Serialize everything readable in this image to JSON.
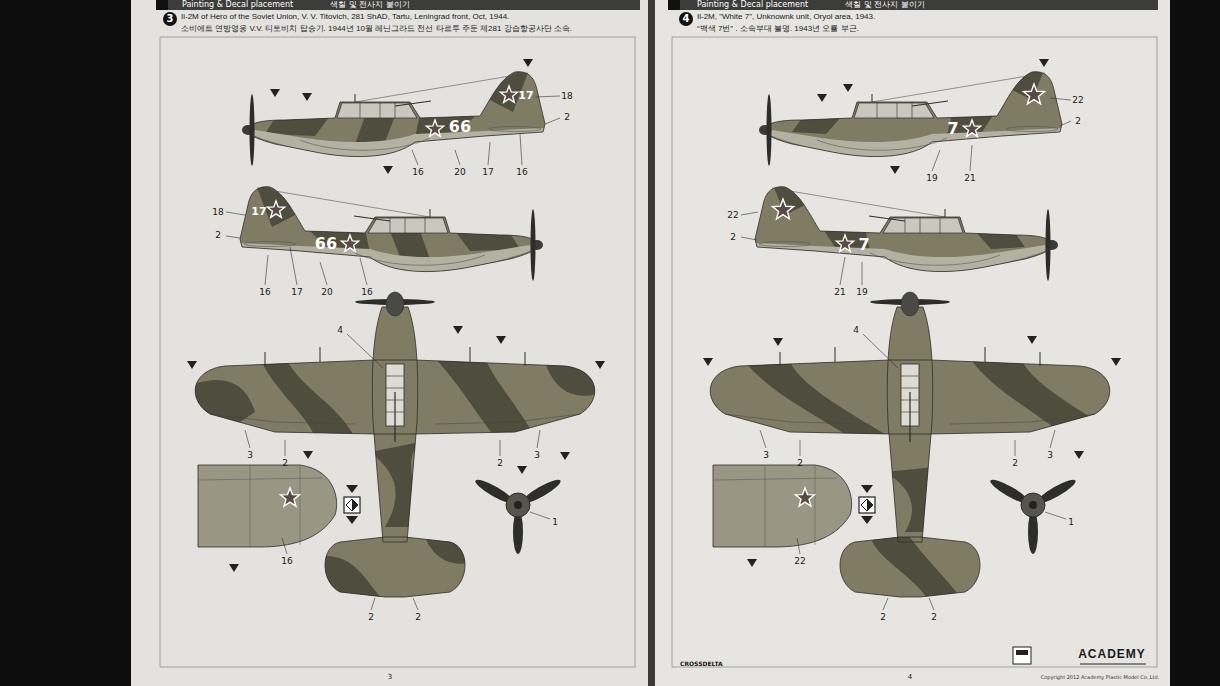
{
  "diagram": {
    "labels": [
      "Painting & Decal placement",
      "색칠 및 전사지 붙이기",
      "3",
      "Il-2M of Hero of the Soviet Union, V. V. Titovich, 281 ShAD, Tartu, Leningrad front, Oct, 1944.",
      "소비에트 연방영웅 V.V. 티토비치 탑승기. 1944년 10월 레닌그라드 전선 타르투 주둔 제281 강습항공사단 소속.",
      "18",
      "2",
      "66",
      "17",
      "16",
      "20",
      "17",
      "16",
      "18",
      "2",
      "17",
      "66",
      "16",
      "17",
      "20",
      "16",
      "4",
      "3",
      "2",
      "2",
      "3",
      "16",
      "1",
      "2",
      "2",
      "3",
      "Painting & Decal placement",
      "색칠 및 전사지 붙이기",
      "4",
      "Il-2M, \"White 7\", Unknownk unit, Oryol area, 1943.",
      "“백색 7번” . 소속부대 불명. 1943년 오룔 부근.",
      "22",
      "2",
      "7",
      "19",
      "21",
      "22",
      "2",
      "7",
      "21",
      "19",
      "4",
      "3",
      "2",
      "2",
      "3",
      "22",
      "1",
      "2",
      "2",
      "CROSSDELTA",
      "ACADEMY",
      "Copyright 2012 Academy Plastic Model Co.,Ltd.",
      "4"
    ]
  }
}
